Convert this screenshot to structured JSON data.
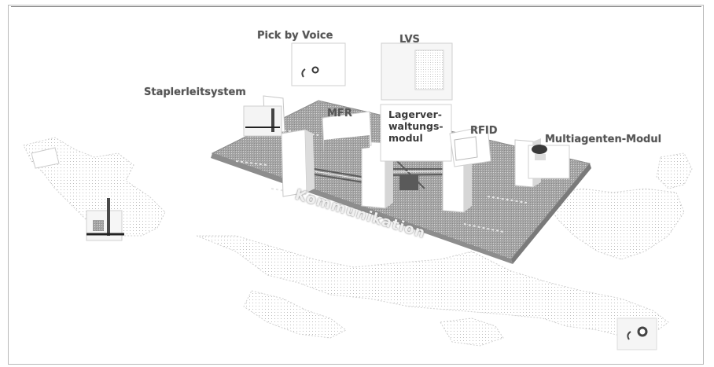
{
  "labels": {
    "pick_by_voice": "Pick by Voice",
    "lvs": "LVS",
    "staplerleitsystem": "Staplerleitsystem",
    "mfr": "MFR",
    "lagerverwaltung_1": "Lagerver-",
    "lagerverwaltung_2": "waltungs-",
    "lagerverwaltung_3": "modul",
    "rfid": "RFID",
    "multiagenten": "Multiagenten-Modul",
    "kommunikation": "Kommunikation"
  },
  "colors": {
    "platform": "#9a9a9a",
    "platform_edge": "#7f7f7f",
    "map_lines": "#c8c8c8",
    "pillar": "#ffffff",
    "pillar_shade": "#d6d6d6"
  }
}
